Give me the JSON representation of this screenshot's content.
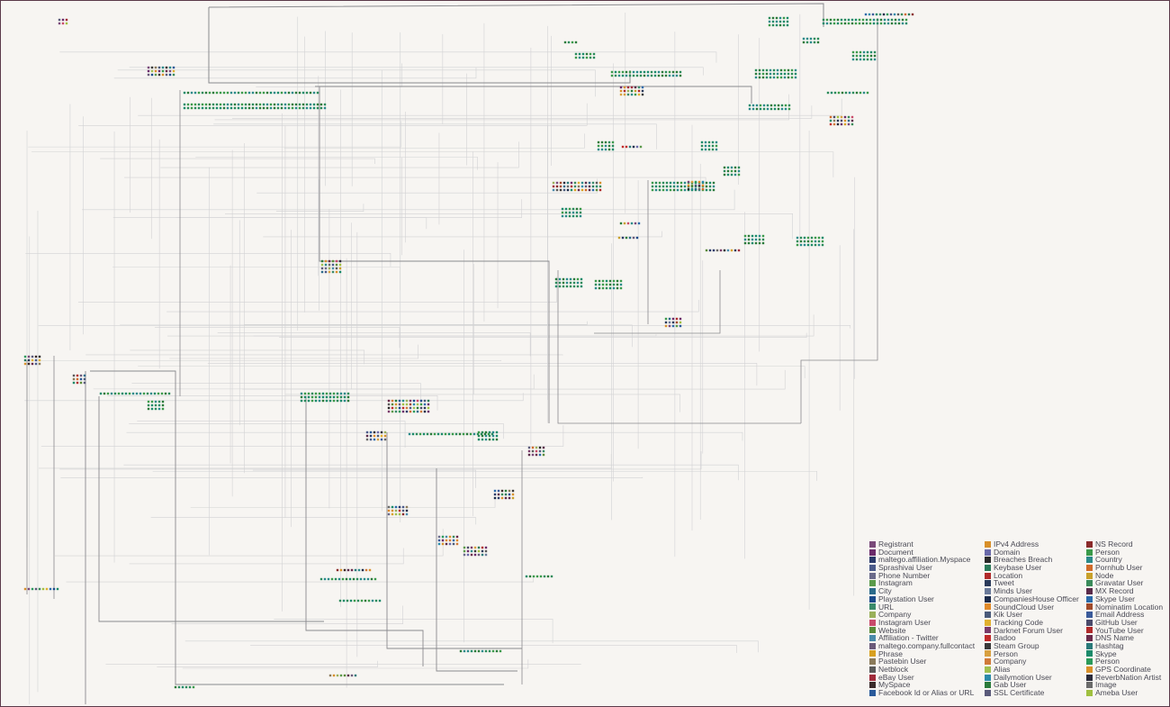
{
  "legend": [
    {
      "label": "Registrant",
      "color": "#7a4a7a"
    },
    {
      "label": "Document",
      "color": "#6a2a6a"
    },
    {
      "label": "maltego.affiliation.Myspace",
      "color": "#2a3a6a"
    },
    {
      "label": "Sprashivai User",
      "color": "#4a5a8a"
    },
    {
      "label": "Phone Number",
      "color": "#6a6a8a"
    },
    {
      "label": "Instagram",
      "color": "#5a9a4a"
    },
    {
      "label": "City",
      "color": "#2a6a8a"
    },
    {
      "label": "Playstation User",
      "color": "#1a4a8a"
    },
    {
      "label": "URL",
      "color": "#3a8a6a"
    },
    {
      "label": "Company",
      "color": "#9ab05a"
    },
    {
      "label": "Instagram User",
      "color": "#c84a6a"
    },
    {
      "label": "Website",
      "color": "#5a8a3a"
    },
    {
      "label": "Affiliation - Twitter",
      "color": "#4a8aaa"
    },
    {
      "label": "maltego.company.fullcontact",
      "color": "#6a5a7a"
    },
    {
      "label": "Phrase",
      "color": "#d8a020"
    },
    {
      "label": "Pastebin User",
      "color": "#8a7a5a"
    },
    {
      "label": "Netblock",
      "color": "#5a5a5a"
    },
    {
      "label": "eBay User",
      "color": "#a02a3a"
    },
    {
      "label": "MySpace",
      "color": "#3a2a2a"
    },
    {
      "label": "Facebook Id or Alias or URL",
      "color": "#2a5a9a"
    },
    {
      "label": "IPv4 Address",
      "color": "#d8902a"
    },
    {
      "label": "Domain",
      "color": "#6a6aaa"
    },
    {
      "label": "Breaches Breach",
      "color": "#2a2a2a"
    },
    {
      "label": "Keybase User",
      "color": "#2a7a5a"
    },
    {
      "label": "Location",
      "color": "#b02a2a"
    },
    {
      "label": "Tweet",
      "color": "#2a3a5a"
    },
    {
      "label": "Minds User",
      "color": "#6a7a9a"
    },
    {
      "label": "CompaniesHouse Officer",
      "color": "#1a2a4a"
    },
    {
      "label": "SoundCloud User",
      "color": "#e08a2a"
    },
    {
      "label": "Kik User",
      "color": "#4a5a7a"
    },
    {
      "label": "Tracking Code",
      "color": "#e0b030"
    },
    {
      "label": "Darknet Forum User",
      "color": "#7a3a6a"
    },
    {
      "label": "Badoo",
      "color": "#c02a2a"
    },
    {
      "label": "Steam Group",
      "color": "#3a3a3a"
    },
    {
      "label": "Person",
      "color": "#d8a040"
    },
    {
      "label": "Company",
      "color": "#d07a3a"
    },
    {
      "label": "Alias",
      "color": "#a0c050"
    },
    {
      "label": "Dailymotion User",
      "color": "#2a8aaa"
    },
    {
      "label": "Gab User",
      "color": "#2a7a3a"
    },
    {
      "label": "SSL Certificate",
      "color": "#5a5a7a"
    },
    {
      "label": "NS Record",
      "color": "#8a2a2a"
    },
    {
      "label": "Person",
      "color": "#3a9a4a"
    },
    {
      "label": "Country",
      "color": "#2a8a8a"
    },
    {
      "label": "Pornhub User",
      "color": "#d06a2a"
    },
    {
      "label": "Node",
      "color": "#c8a02a"
    },
    {
      "label": "Gravatar User",
      "color": "#3a8a5a"
    },
    {
      "label": "MX Record",
      "color": "#5a2a4a"
    },
    {
      "label": "Skype User",
      "color": "#2a6aaa"
    },
    {
      "label": "Nominatim Location",
      "color": "#a04a2a"
    },
    {
      "label": "Email Address",
      "color": "#3a5a9a"
    },
    {
      "label": "GitHub User",
      "color": "#4a4a6a"
    },
    {
      "label": "YouTube User",
      "color": "#b02a2a"
    },
    {
      "label": "DNS Name",
      "color": "#6a2a4a"
    },
    {
      "label": "Hashtag",
      "color": "#2a7a7a"
    },
    {
      "label": "Skype",
      "color": "#1a8a6a"
    },
    {
      "label": "Person",
      "color": "#2a9a5a"
    },
    {
      "label": "GPS Coordinate",
      "color": "#d8902a"
    },
    {
      "label": "ReverbNation Artist",
      "color": "#2a2a3a"
    },
    {
      "label": "Image",
      "color": "#6a6a6a"
    },
    {
      "label": "Ameba User",
      "color": "#a0c040"
    }
  ]
}
